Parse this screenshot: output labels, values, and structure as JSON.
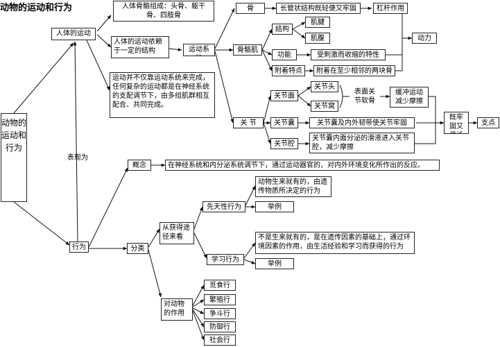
{
  "title": "动物的运动和行为",
  "root": "动物的运动和行为",
  "biaoxian": "表现为",
  "renti": "人体的运动",
  "guge": "人体骨骼组成：头骨、躯干骨、四肢骨",
  "yilai": "人体的运动依赖于一定的结构",
  "yundong_xitong": "运动系统",
  "buzhi": "运动并不仅靠运动系统来完成，任何复杂的运动都是在神经系统的支配调节下，由多组肌群相互配合、共同完成。",
  "gu": "骨",
  "gu_desc": "长管状结构既轻便又牢固",
  "ganggan": "杠杆作用",
  "gugeji": "骨骼肌",
  "jiegou": "结构",
  "jijian": "肌腱",
  "jifu": "肌腹",
  "gongneng": "功能",
  "gongneng_desc": "受刺激而收缩的特性",
  "fuzhe": "附着特点",
  "fuzhe_desc": "附着在至少相邻的两块骨上",
  "dongli": "动力",
  "guanjie": "关    节",
  "guanjiemian": "关节面",
  "guanjietou": "关节头",
  "guanjiewo": "关节窝",
  "ruangu": "表面关节软骨",
  "huanchong": "缓冲运动减少摩擦",
  "guanjienang": "关节囊",
  "nang_desc": "关节囊及内外韧带使关节牢固",
  "guanjieqiang": "关节腔",
  "qiang_desc": "关节囊内面分泌的滑液进入关节腔，减少摩擦",
  "laogu": "既牢固又灵活",
  "zhidian": "支点",
  "xingwei": "行为",
  "gainian": "概念",
  "gainian_desc": "在神经系统和内分泌系统调节下，通过运动器官的，对内外环境变化所作出的反应。",
  "fenlei": "分类",
  "tujing": "从获得途径来看",
  "xiantian": "先天性行为",
  "xiantian_desc": "动物生来就有的，由遗传物质所决定的行为",
  "juli1": "举例",
  "xuexi": "学习行为",
  "xuexi_desc": "不是生来就有的，是在遗传因素的基础上，通过环境因素的作用，由生活经验和学习而获得的行为",
  "juli2": "举例",
  "zuoyong": "对动物的作用",
  "behaviors": [
    "觅食行为",
    "繁殖行为",
    "争斗行为",
    "防御行为",
    "社会行为"
  ]
}
